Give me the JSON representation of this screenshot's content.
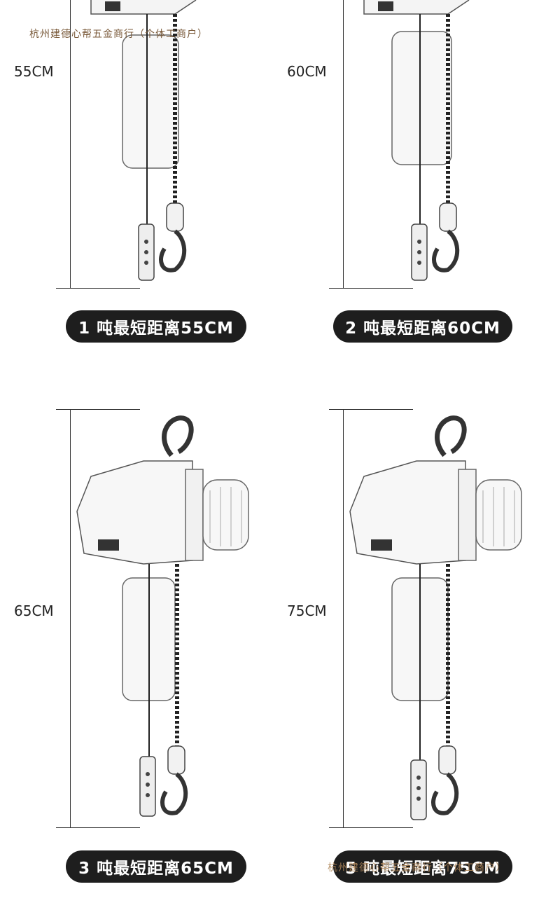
{
  "watermark_top": "杭州建德心帮五金商行（个体工商户）",
  "watermark_bottom": "杭州建德心帮五金商行（个体工商户）",
  "panels": [
    {
      "dimension": "55CM",
      "caption": "1 吨最短距离55CM"
    },
    {
      "dimension": "60CM",
      "caption": "2 吨最短距离60CM"
    },
    {
      "dimension": "65CM",
      "caption": "3 吨最短距离65CM"
    },
    {
      "dimension": "75CM",
      "caption": "5 吨最短距离75CM"
    }
  ]
}
